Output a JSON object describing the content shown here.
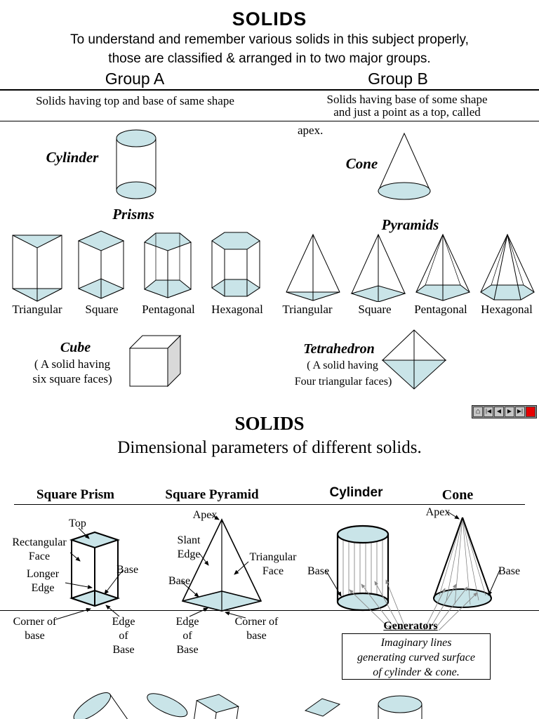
{
  "page": {
    "bg": "#ffffff",
    "shape_fill": "#c9e4e8",
    "cube_side_fill": "#d9d9d9",
    "stop_button_color": "#e60000"
  },
  "slide1": {
    "title": "SOLIDS",
    "intro_line1": "To understand and remember various solids in this subject properly,",
    "intro_line2": "those are classified & arranged in to two major groups.",
    "group_a": {
      "heading": "Group A",
      "description": "Solids having top and base of same shape",
      "cylinder_label": "Cylinder",
      "prisms_heading": "Prisms",
      "prism_labels": [
        "Triangular",
        "Square",
        "Pentagonal",
        "Hexagonal"
      ],
      "cube_label": "Cube",
      "cube_desc1": "( A solid having",
      "cube_desc2": "six square faces)"
    },
    "group_b": {
      "heading": "Group B",
      "desc_line1": "Solids having base of some shape",
      "desc_line2": "and just a point as a top, called",
      "desc_line3": "apex.",
      "cone_label": "Cone",
      "pyramids_heading": "Pyramids",
      "pyramid_labels": [
        "Triangular",
        "Square",
        "Pentagonal",
        "Hexagonal"
      ],
      "tetrahedron_label": "Tetrahedron",
      "tetra_desc1": "( A solid having",
      "tetra_desc2": "Four triangular  faces)"
    },
    "nav": {
      "buttons": [
        {
          "name": "home",
          "glyph": "⌂"
        },
        {
          "name": "first",
          "glyph": "|◀"
        },
        {
          "name": "previous",
          "glyph": "◀"
        },
        {
          "name": "next",
          "glyph": "▶"
        },
        {
          "name": "last",
          "glyph": "▶|"
        },
        {
          "name": "stop",
          "glyph": ""
        }
      ]
    }
  },
  "slide2": {
    "title": "SOLIDS",
    "subtitle": "Dimensional parameters of different solids.",
    "square_prism": {
      "heading": "Square Prism",
      "top": "Top",
      "rectangular_face": "Rectangular Face",
      "longer_edge": "Longer Edge",
      "base": "Base",
      "corner_of_base": "Corner of base",
      "edge_of_base": "Edge of Base"
    },
    "square_pyramid": {
      "heading": "Square Pyramid",
      "apex": "Apex",
      "slant_edge": "Slant Edge",
      "triangular_face": "Triangular Face",
      "base": "Base",
      "edge_of_base": "Edge of Base",
      "corner_of_base": "Corner of base"
    },
    "cylinder": {
      "heading": "Cylinder",
      "base": "Base"
    },
    "cone": {
      "heading": "Cone",
      "apex": "Apex",
      "base": "Base"
    },
    "generators": {
      "title": "Generators",
      "line1": "Imaginary lines",
      "line2": "generating curved surface",
      "line3": "of cylinder & cone."
    }
  }
}
